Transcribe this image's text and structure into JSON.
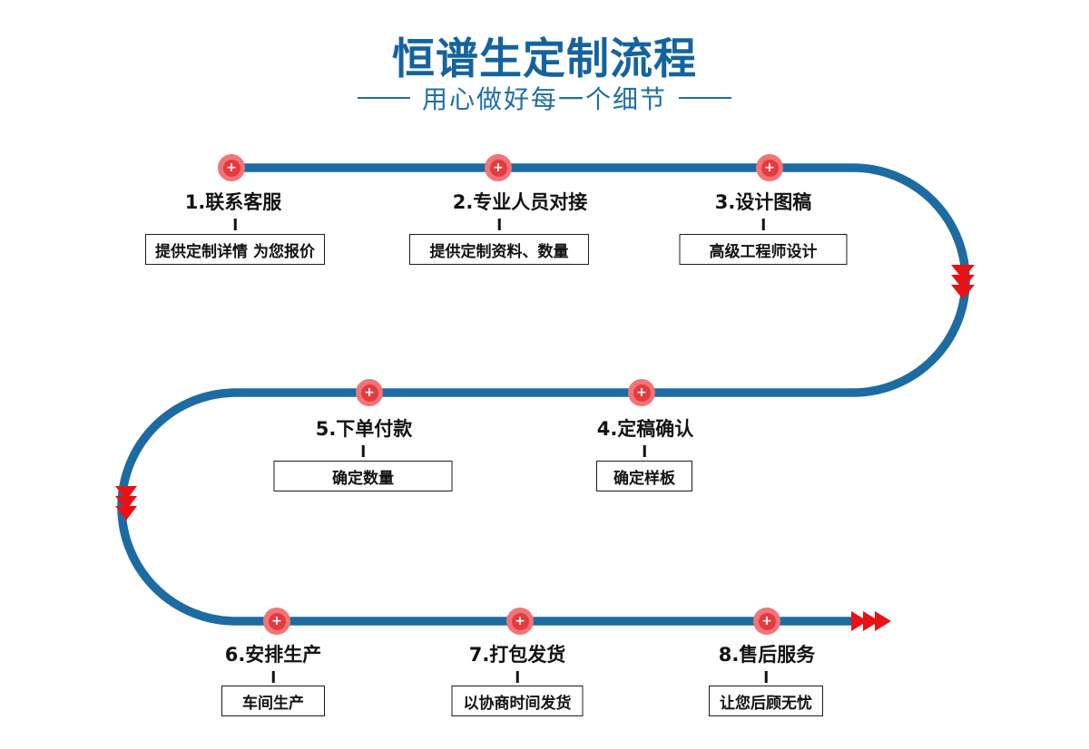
{
  "header": {
    "title": "恒谱生定制流程",
    "subtitle": "用心做好每一个细节"
  },
  "node_symbol": "+",
  "steps": [
    {
      "label": "1.联系客服",
      "note": "提供定制详情 为您报价"
    },
    {
      "label": "2.专业人员对接",
      "note": "提供定制资料、数量"
    },
    {
      "label": "3.设计图稿",
      "note": "高级工程师设计"
    },
    {
      "label": "4.定稿确认",
      "note": "确定样板"
    },
    {
      "label": "5.下单付款",
      "note": "确定数量"
    },
    {
      "label": "6.安排生产",
      "note": "车间生产"
    },
    {
      "label": "7.打包发货",
      "note": "以协商时间发货"
    },
    {
      "label": "8.售后服务",
      "note": "让您后顾无忧"
    }
  ],
  "colors": {
    "title_blue": "#14639e",
    "subtitle_blue": "#1e6ea9",
    "line_blue": "#1c6ba3",
    "node_red": "#e53a3f",
    "node_halo": "#f27476",
    "arrow_red": "#e81216"
  }
}
